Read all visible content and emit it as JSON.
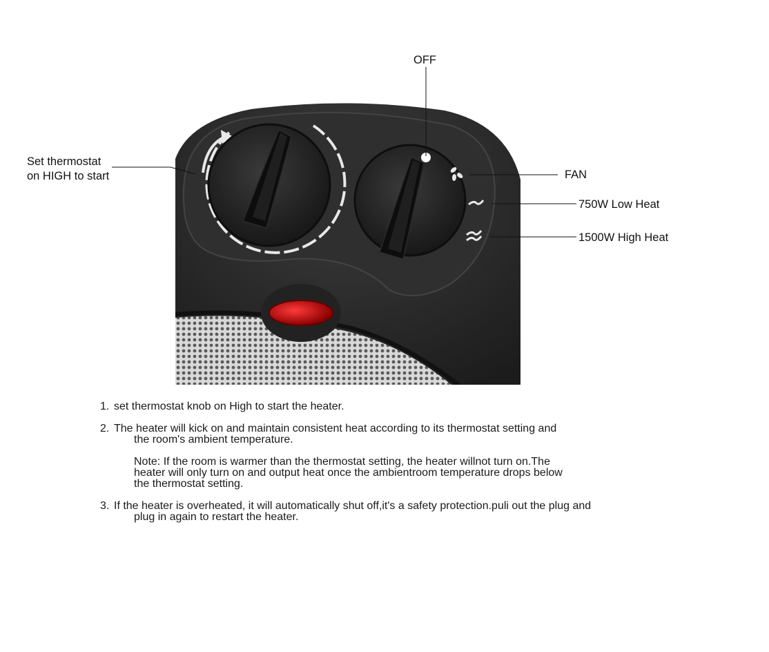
{
  "callouts": {
    "off": "OFF",
    "thermostat_line1": "Set thermostat",
    "thermostat_line2": "on HIGH to start",
    "fan": "FAN",
    "low_heat": "750W Low Heat",
    "high_heat": "1500W High Heat"
  },
  "steps": [
    {
      "number": "1.",
      "line1": "set thermostat knob on High to start the heater."
    },
    {
      "number": "2.",
      "line1": "The heater will kick on and maintain consistent heat according to its thermostat setting and",
      "line2": "the room's ambient temperature."
    },
    {
      "number": "3.",
      "line1": "If the heater is overheated, it will automatically shut off,it's a safety protection.puli out the plug and",
      "line2": "plug in again to restart the heater."
    }
  ],
  "note": {
    "line1": "Note: If the room is warmer than the thermostat setting, the heater willnot turn on.The",
    "line2": "heater will only turn on and output heat once the ambientroom temperature drops below",
    "line3": "the thermostat setting."
  },
  "icons": [
    "plus-icon",
    "minus-icon",
    "fan-icon",
    "low-heat-icon",
    "high-heat-icon",
    "power-indicator-light"
  ],
  "colors": {
    "heater_body": "#2b2b2b",
    "indicator_light": "#c0121a",
    "dial_arc": "#e8e8e8"
  }
}
